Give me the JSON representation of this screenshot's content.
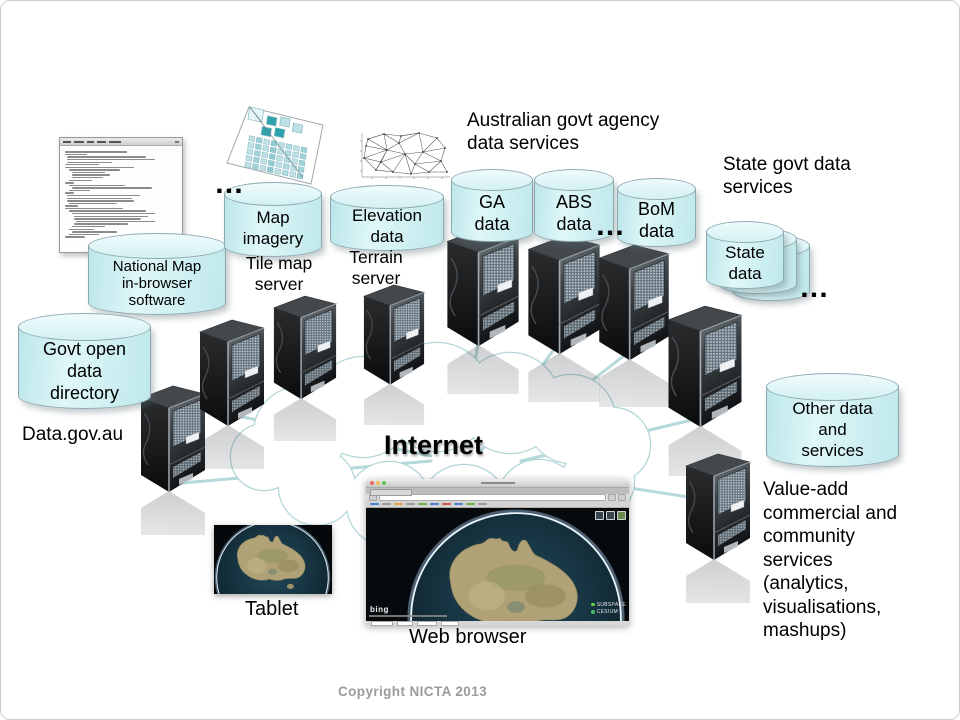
{
  "headings": {
    "agency": "Australian govt agency\ndata services",
    "state": "State govt data\nservices"
  },
  "cylinders": {
    "national_map": "National Map\nin-browser\nsoftware",
    "map_imagery": "Map\nimagery",
    "elevation": "Elevation\ndata",
    "ga": "GA\ndata",
    "abs": "ABS\ndata",
    "bom": "BoM\ndata",
    "state": "State\ndata",
    "other": "Other data\nand\nservices",
    "govt_open": "Govt open\ndata\ndirectory"
  },
  "labels": {
    "tile_map_server": "Tile map\nserver",
    "terrain_server": "Terrain\nserver",
    "data_gov": "Data.gov.au",
    "internet": "Internet",
    "tablet": "Tablet",
    "web_browser": "Web browser",
    "value_add": "Value-add\ncommercial and\ncommunity\nservices\n(analytics,\nvisualisations,\nmashups)",
    "ellipsis": "…",
    "copyright": "Copyright NICTA 2013"
  },
  "browser": {
    "logo": "bing",
    "legend": [
      "SUBSPACE",
      "CESIUM"
    ]
  },
  "colors": {
    "cylinder_fill": "#cdeff1",
    "cylinder_border": "#8fa9af",
    "cloud_stroke": "#b2d7d9",
    "ocean": "#16323e",
    "land": "#b0a276"
  }
}
